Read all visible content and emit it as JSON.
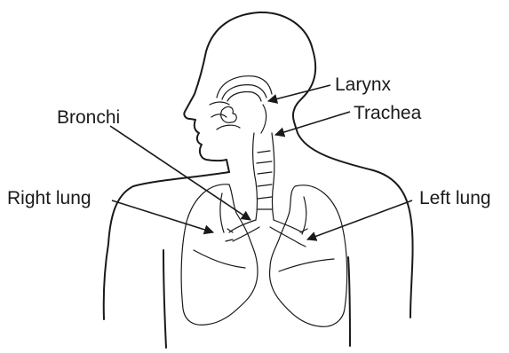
{
  "labels": {
    "larynx": "Larynx",
    "trachea": "Trachea",
    "bronchi": "Bronchi",
    "right_lung": "Right lung",
    "left_lung": "Left lung"
  },
  "colors": {
    "line": "#1a1a1a",
    "background": "#ffffff"
  }
}
